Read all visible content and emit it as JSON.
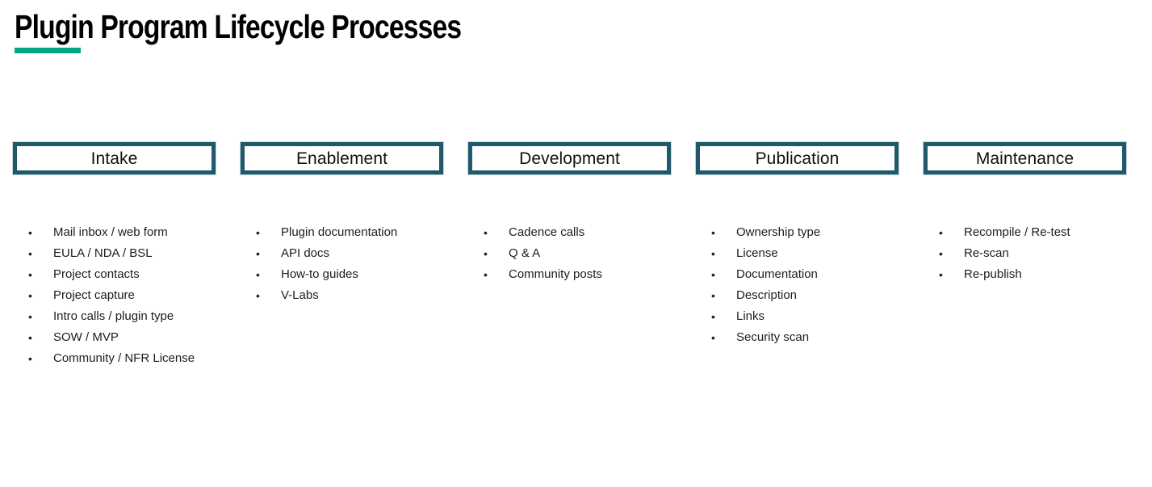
{
  "title": "Plugin Program Lifecycle Processes",
  "bullet_char": "•",
  "colors": {
    "accent_green": "#01A982",
    "border_teal": "#20596B",
    "title_text": "#000000",
    "body_text": "#1D1D1D",
    "background": "#FFFFFF"
  },
  "columns": [
    {
      "header": "Intake",
      "items": [
        "Mail inbox / web form",
        "EULA / NDA / BSL",
        "Project contacts",
        "Project capture",
        "Intro calls / plugin type",
        "SOW / MVP",
        "Community / NFR License"
      ]
    },
    {
      "header": "Enablement",
      "items": [
        "Plugin documentation",
        "API docs",
        "How-to guides",
        "V-Labs"
      ]
    },
    {
      "header": "Development",
      "items": [
        "Cadence calls",
        "Q & A",
        "Community posts"
      ]
    },
    {
      "header": "Publication",
      "items": [
        "Ownership type",
        "License",
        "Documentation",
        "Description",
        "Links",
        "Security scan"
      ]
    },
    {
      "header": "Maintenance",
      "items": [
        "Recompile / Re-test",
        "Re-scan",
        "Re-publish"
      ]
    }
  ]
}
